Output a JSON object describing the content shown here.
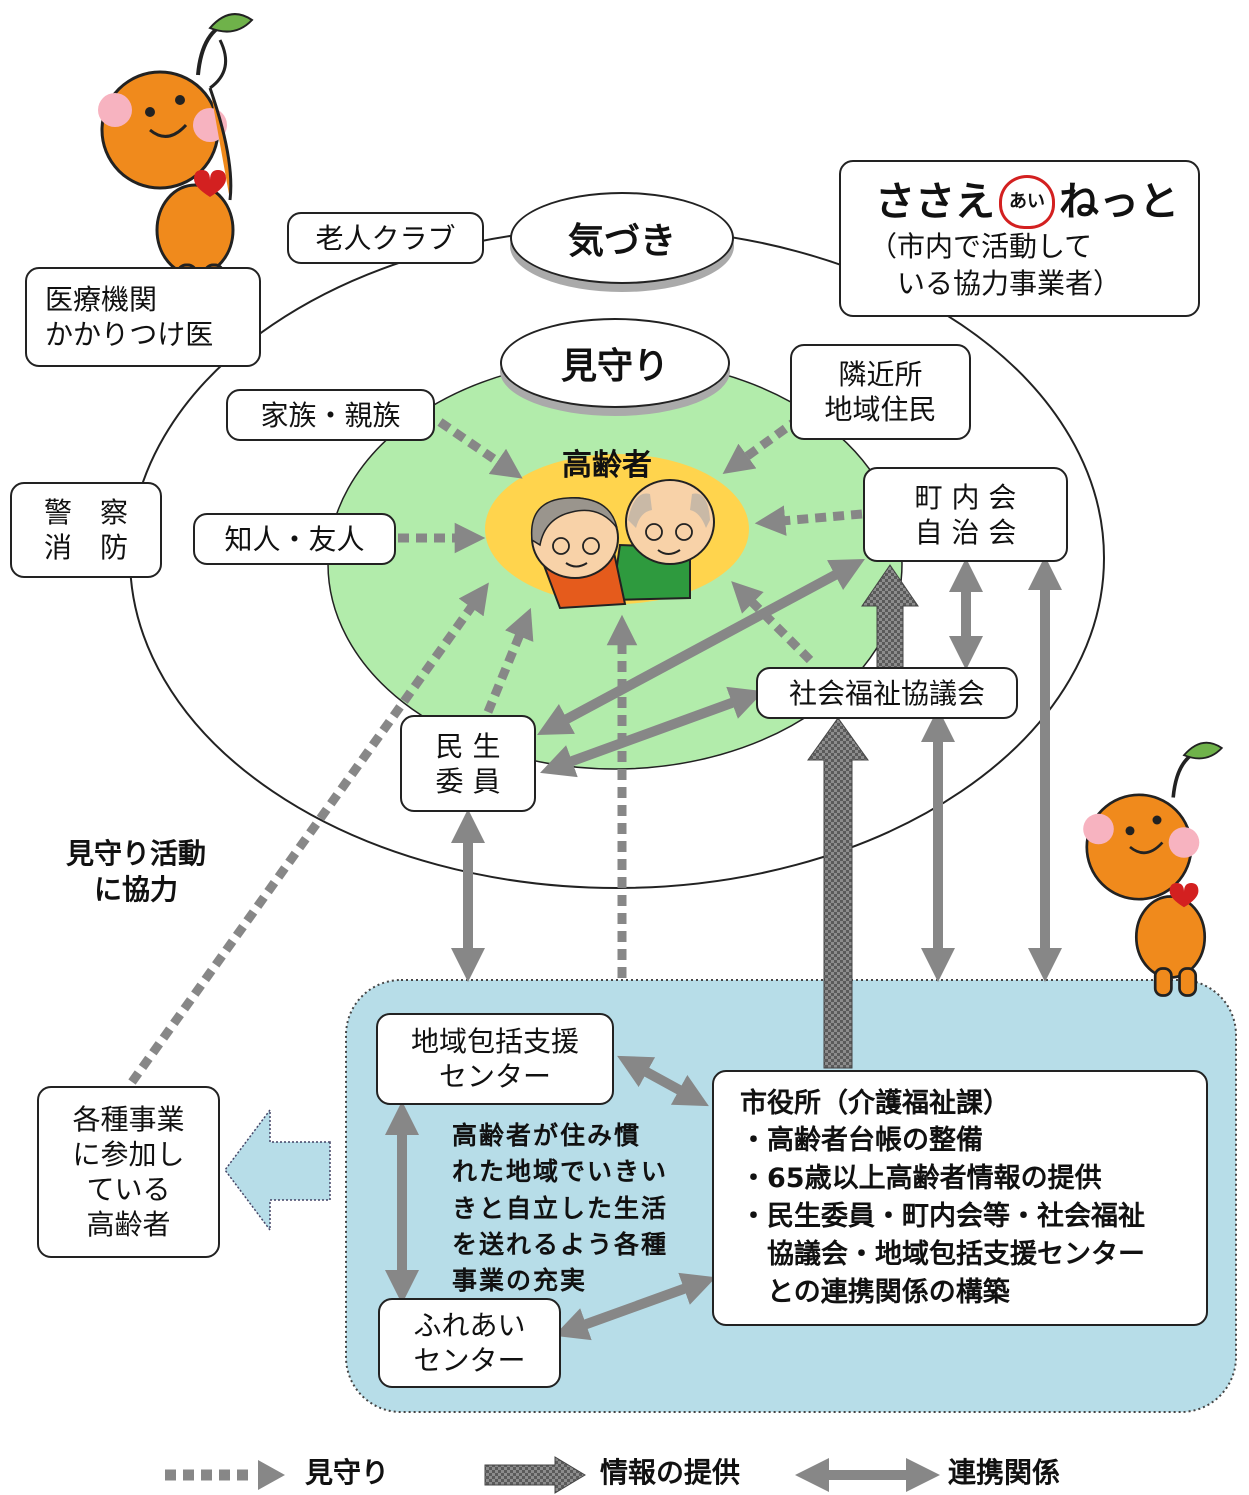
{
  "labels": {
    "kizuki": "気づき",
    "mimamori": "見守り",
    "koureisha": "高齢者",
    "roujin_club": "老人クラブ",
    "iryou": "医療機関\nかかりつけ医",
    "keisatsu": "警　察\n消　防",
    "kazoku": "家族・親族",
    "chijin": "知人・友人",
    "kinjo": "隣近所\n地域住民",
    "chounaikai": "町 内 会\n自 治 会",
    "shakyo": "社会福祉協議会",
    "minsei": "民 生\n委 員",
    "mimamori_katsudou": "見守り活動\n　に協力",
    "sasae_logo": "ささえ",
    "sasae_logo_heart": "あい",
    "sasae_logo_tail": "ねっと",
    "sasae_sub": "（市内で活動して\n　いる協力事業者）",
    "houkatsu": "地域包括支援\nセンター",
    "fureai": "ふれあい\nセンター",
    "kakushu": "各種事業\nに参加し\nている\n高齢者",
    "center_text": "高齢者が住み慣\nれた地域でいきい\nきと自立した生活\nを送れるよう各種\n事業の充実",
    "shiyakusho": "市役所（介護福祉課）\n・高齢者台帳の整備\n・65歳以上高齢者情報の提供\n・民生委員・町内会等・社会福祉\n　協議会・地域包括支援センター\n　との連携関係の構築"
  },
  "legend": {
    "mimamori": "見守り",
    "jouhou": "情報の提供",
    "renkei": "連携関係"
  },
  "icons": {
    "mascot": "orange-mascot-icon",
    "elderly": "elderly-couple-icon"
  },
  "colors": {
    "inner_green": "#b2ecab",
    "center_yellow": "#ffd44d",
    "blue_panel": "#b7dde8",
    "arrow_gray": "#878787",
    "orange": "#f08a1c"
  }
}
